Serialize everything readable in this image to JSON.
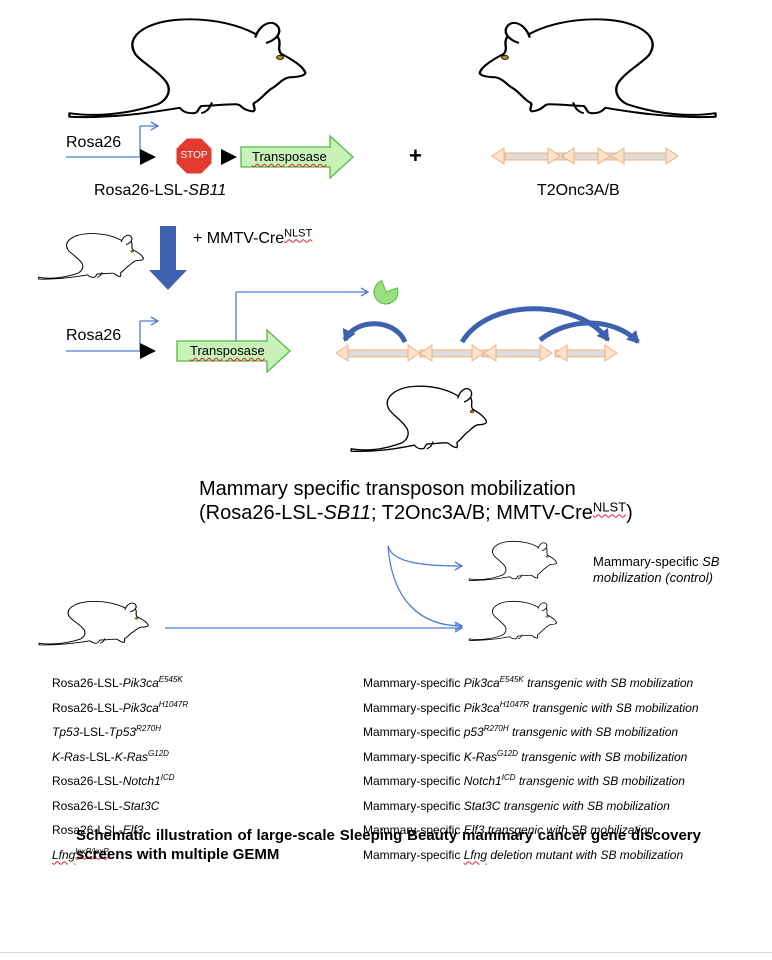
{
  "top": {
    "rosa26": "Rosa26",
    "stop": "STOP",
    "transposase": "Transposase",
    "allele_prefix": "Rosa26-LSL-",
    "allele_italic": "SB11",
    "plus": "+",
    "t2onc": "T2Onc3A/B"
  },
  "cross": {
    "prefix": "+ MMTV-Cre",
    "sup": "NLST"
  },
  "middle": {
    "rosa26": "Rosa26",
    "transposase": "Transposase"
  },
  "title": {
    "line1": "Mammary specific transposon mobilization",
    "line2_a": "(Rosa26-LSL-",
    "line2_b": "SB11",
    "line2_c": "; T2Onc3A/B; MMTV-Cre",
    "line2_sup": "NLST",
    "line2_d": ")"
  },
  "control": {
    "a": "Mammary-specific ",
    "b": "SB",
    "c": "mobilization (control)"
  },
  "left_rows": [
    {
      "pre": "Rosa26-LSL-",
      "it": "Pik3ca",
      "sup": "E545K"
    },
    {
      "pre": "Rosa26-LSL-",
      "it": "Pik3ca",
      "sup": "H1047R"
    },
    {
      "it0": "Tp53",
      "pre": "-LSL-",
      "it": "Tp53",
      "sup": "R270H"
    },
    {
      "it0": "K-Ras",
      "pre": "-LSL-",
      "it": "K-Ras",
      "sup": "G12D"
    },
    {
      "pre": "Rosa26-LSL-",
      "it": "Notch1",
      "sup": "ICD"
    },
    {
      "pre": "Rosa26-LSL-",
      "it": "Stat3C",
      "sup": ""
    },
    {
      "pre": "Rosa26-LSL-",
      "it": "Elf3",
      "sup": ""
    },
    {
      "pre": "",
      "it": "Lfng",
      "sup": "loxP/loxP"
    }
  ],
  "right_rows": [
    {
      "a": "Mammary-specific ",
      "it": "Pik3ca",
      "sup": "E545K",
      "b": " transgenic with SB mobilization"
    },
    {
      "a": "Mammary-specific ",
      "it": "Pik3ca",
      "sup": "H1047R",
      "b": " transgenic with SB mobilization"
    },
    {
      "a": "Mammary-specific ",
      "it": "p53",
      "sup": "R270H",
      "b": " transgenic with SB mobilization"
    },
    {
      "a": "Mammary-specific ",
      "it": "K-Ras",
      "sup": "G12D",
      "b": " transgenic with SB mobilization"
    },
    {
      "a": "Mammary-specific ",
      "it": "Notch1",
      "sup": "ICD",
      "b": " transgenic with SB mobilization"
    },
    {
      "a": "Mammary-specific ",
      "it": "Stat3C",
      "sup": "",
      "b": " transgenic with SB mobilization"
    },
    {
      "a": "Mammary-specific ",
      "it": "Elf3",
      "sup": "",
      "b": " transgenic with SB mobilization"
    },
    {
      "a": "Mammary-specific ",
      "it": "Lfng",
      "sup": "",
      "b": " deletion mutant with SB mobilization"
    }
  ],
  "caption": "Schematic illustration of large-scale Sleeping Beauty mammary cancer gene discovery screens with multiple GEMM",
  "colors": {
    "blue_line": "#4f7dd1",
    "big_arrow": "#4060b0",
    "stop_red": "#e33a2f",
    "green_fill": "#c8f2b8",
    "green_stroke": "#58b84a",
    "orange": "#f2b27c",
    "transposon_fill": "#dcdcdc"
  }
}
